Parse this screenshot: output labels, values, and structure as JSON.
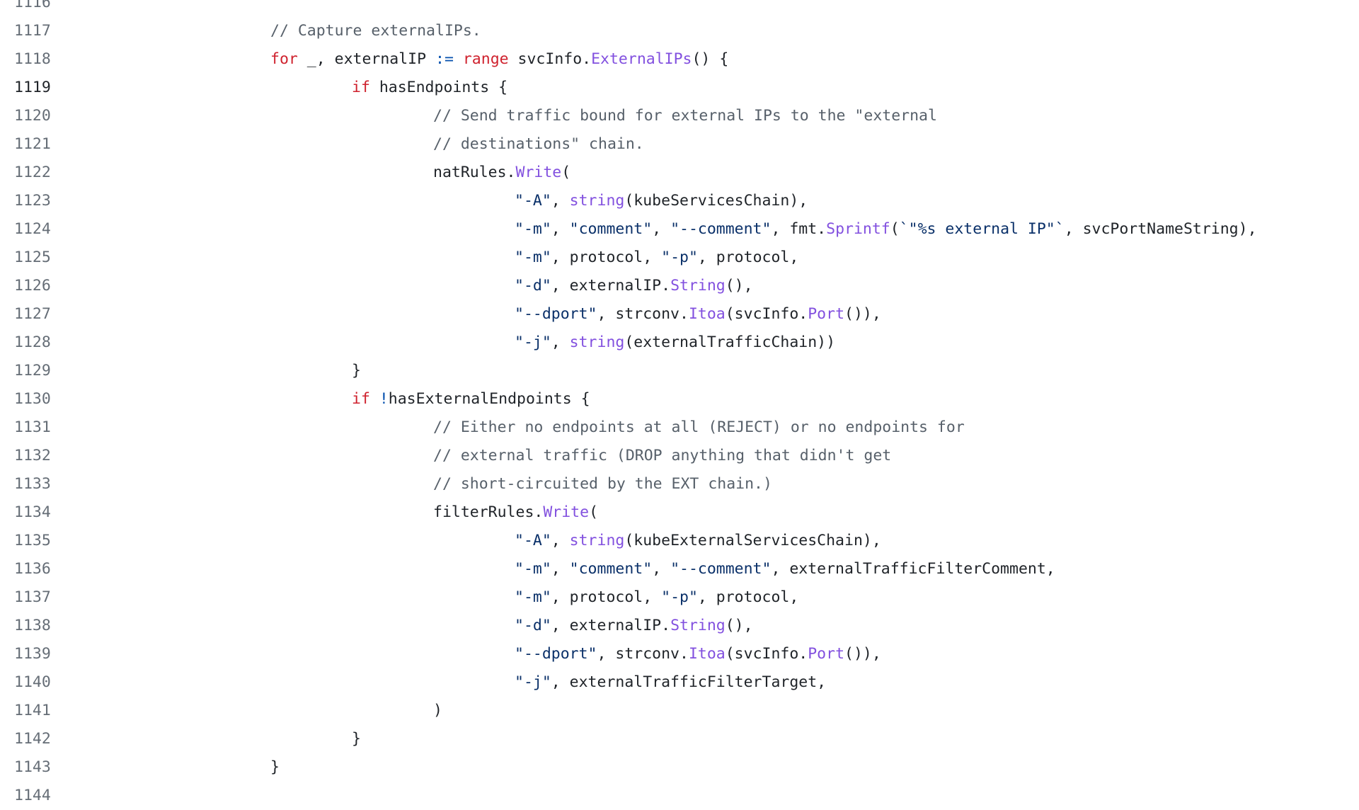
{
  "code_view": {
    "lines": [
      {
        "number": "1116",
        "current": false,
        "indent": 0,
        "tokens": []
      },
      {
        "number": "1117",
        "current": false,
        "indent": 0,
        "tokens": [
          {
            "t": "// Capture externalIPs.",
            "c": "cm"
          }
        ]
      },
      {
        "number": "1118",
        "current": false,
        "indent": 0,
        "tokens": [
          {
            "t": "for",
            "c": "kw"
          },
          {
            "t": " _, externalIP ",
            "c": "plain"
          },
          {
            "t": ":=",
            "c": "op"
          },
          {
            "t": " ",
            "c": "plain"
          },
          {
            "t": "range",
            "c": "kw"
          },
          {
            "t": " svcInfo.",
            "c": "plain"
          },
          {
            "t": "ExternalIPs",
            "c": "fn"
          },
          {
            "t": "() {",
            "c": "plain"
          }
        ]
      },
      {
        "number": "1119",
        "current": true,
        "indent": 1,
        "tokens": [
          {
            "t": "if",
            "c": "kw"
          },
          {
            "t": " hasEndpoints {",
            "c": "plain"
          }
        ]
      },
      {
        "number": "1120",
        "current": false,
        "indent": 2,
        "tokens": [
          {
            "t": "// Send traffic bound for external IPs to the \"external",
            "c": "cm"
          }
        ]
      },
      {
        "number": "1121",
        "current": false,
        "indent": 2,
        "tokens": [
          {
            "t": "// destinations\" chain.",
            "c": "cm"
          }
        ]
      },
      {
        "number": "1122",
        "current": false,
        "indent": 2,
        "tokens": [
          {
            "t": "natRules.",
            "c": "plain"
          },
          {
            "t": "Write",
            "c": "fn"
          },
          {
            "t": "(",
            "c": "plain"
          }
        ]
      },
      {
        "number": "1123",
        "current": false,
        "indent": 3,
        "tokens": [
          {
            "t": "\"-A\"",
            "c": "str"
          },
          {
            "t": ", ",
            "c": "plain"
          },
          {
            "t": "string",
            "c": "fn"
          },
          {
            "t": "(kubeServicesChain),",
            "c": "plain"
          }
        ]
      },
      {
        "number": "1124",
        "current": false,
        "indent": 3,
        "tokens": [
          {
            "t": "\"-m\"",
            "c": "str"
          },
          {
            "t": ", ",
            "c": "plain"
          },
          {
            "t": "\"comment\"",
            "c": "str"
          },
          {
            "t": ", ",
            "c": "plain"
          },
          {
            "t": "\"--comment\"",
            "c": "str"
          },
          {
            "t": ", fmt.",
            "c": "plain"
          },
          {
            "t": "Sprintf",
            "c": "fn"
          },
          {
            "t": "(",
            "c": "plain"
          },
          {
            "t": "`\"%s external IP\"`",
            "c": "str"
          },
          {
            "t": ", svcPortNameString),",
            "c": "plain"
          }
        ]
      },
      {
        "number": "1125",
        "current": false,
        "indent": 3,
        "tokens": [
          {
            "t": "\"-m\"",
            "c": "str"
          },
          {
            "t": ", protocol, ",
            "c": "plain"
          },
          {
            "t": "\"-p\"",
            "c": "str"
          },
          {
            "t": ", protocol,",
            "c": "plain"
          }
        ]
      },
      {
        "number": "1126",
        "current": false,
        "indent": 3,
        "tokens": [
          {
            "t": "\"-d\"",
            "c": "str"
          },
          {
            "t": ", externalIP.",
            "c": "plain"
          },
          {
            "t": "String",
            "c": "fn"
          },
          {
            "t": "(),",
            "c": "plain"
          }
        ]
      },
      {
        "number": "1127",
        "current": false,
        "indent": 3,
        "tokens": [
          {
            "t": "\"--dport\"",
            "c": "str"
          },
          {
            "t": ", strconv.",
            "c": "plain"
          },
          {
            "t": "Itoa",
            "c": "fn"
          },
          {
            "t": "(svcInfo.",
            "c": "plain"
          },
          {
            "t": "Port",
            "c": "fn"
          },
          {
            "t": "()),",
            "c": "plain"
          }
        ]
      },
      {
        "number": "1128",
        "current": false,
        "indent": 3,
        "tokens": [
          {
            "t": "\"-j\"",
            "c": "str"
          },
          {
            "t": ", ",
            "c": "plain"
          },
          {
            "t": "string",
            "c": "fn"
          },
          {
            "t": "(externalTrafficChain))",
            "c": "plain"
          }
        ]
      },
      {
        "number": "1129",
        "current": false,
        "indent": 1,
        "tokens": [
          {
            "t": "}",
            "c": "plain"
          }
        ]
      },
      {
        "number": "1130",
        "current": false,
        "indent": 1,
        "tokens": [
          {
            "t": "if",
            "c": "kw"
          },
          {
            "t": " ",
            "c": "plain"
          },
          {
            "t": "!",
            "c": "op"
          },
          {
            "t": "hasExternalEndpoints {",
            "c": "plain"
          }
        ]
      },
      {
        "number": "1131",
        "current": false,
        "indent": 2,
        "tokens": [
          {
            "t": "// Either no endpoints at all (REJECT) or no endpoints for",
            "c": "cm"
          }
        ]
      },
      {
        "number": "1132",
        "current": false,
        "indent": 2,
        "tokens": [
          {
            "t": "// external traffic (DROP anything that didn't get",
            "c": "cm"
          }
        ]
      },
      {
        "number": "1133",
        "current": false,
        "indent": 2,
        "tokens": [
          {
            "t": "// short-circuited by the EXT chain.)",
            "c": "cm"
          }
        ]
      },
      {
        "number": "1134",
        "current": false,
        "indent": 2,
        "tokens": [
          {
            "t": "filterRules.",
            "c": "plain"
          },
          {
            "t": "Write",
            "c": "fn"
          },
          {
            "t": "(",
            "c": "plain"
          }
        ]
      },
      {
        "number": "1135",
        "current": false,
        "indent": 3,
        "tokens": [
          {
            "t": "\"-A\"",
            "c": "str"
          },
          {
            "t": ", ",
            "c": "plain"
          },
          {
            "t": "string",
            "c": "fn"
          },
          {
            "t": "(kubeExternalServicesChain),",
            "c": "plain"
          }
        ]
      },
      {
        "number": "1136",
        "current": false,
        "indent": 3,
        "tokens": [
          {
            "t": "\"-m\"",
            "c": "str"
          },
          {
            "t": ", ",
            "c": "plain"
          },
          {
            "t": "\"comment\"",
            "c": "str"
          },
          {
            "t": ", ",
            "c": "plain"
          },
          {
            "t": "\"--comment\"",
            "c": "str"
          },
          {
            "t": ", externalTrafficFilterComment,",
            "c": "plain"
          }
        ]
      },
      {
        "number": "1137",
        "current": false,
        "indent": 3,
        "tokens": [
          {
            "t": "\"-m\"",
            "c": "str"
          },
          {
            "t": ", protocol, ",
            "c": "plain"
          },
          {
            "t": "\"-p\"",
            "c": "str"
          },
          {
            "t": ", protocol,",
            "c": "plain"
          }
        ]
      },
      {
        "number": "1138",
        "current": false,
        "indent": 3,
        "tokens": [
          {
            "t": "\"-d\"",
            "c": "str"
          },
          {
            "t": ", externalIP.",
            "c": "plain"
          },
          {
            "t": "String",
            "c": "fn"
          },
          {
            "t": "(),",
            "c": "plain"
          }
        ]
      },
      {
        "number": "1139",
        "current": false,
        "indent": 3,
        "tokens": [
          {
            "t": "\"--dport\"",
            "c": "str"
          },
          {
            "t": ", strconv.",
            "c": "plain"
          },
          {
            "t": "Itoa",
            "c": "fn"
          },
          {
            "t": "(svcInfo.",
            "c": "plain"
          },
          {
            "t": "Port",
            "c": "fn"
          },
          {
            "t": "()),",
            "c": "plain"
          }
        ]
      },
      {
        "number": "1140",
        "current": false,
        "indent": 3,
        "tokens": [
          {
            "t": "\"-j\"",
            "c": "str"
          },
          {
            "t": ", externalTrafficFilterTarget,",
            "c": "plain"
          }
        ]
      },
      {
        "number": "1141",
        "current": false,
        "indent": 2,
        "tokens": [
          {
            "t": ")",
            "c": "plain"
          }
        ]
      },
      {
        "number": "1142",
        "current": false,
        "indent": 1,
        "tokens": [
          {
            "t": "}",
            "c": "plain"
          }
        ]
      },
      {
        "number": "1143",
        "current": false,
        "indent": 0,
        "tokens": [
          {
            "t": "}",
            "c": "plain"
          }
        ]
      },
      {
        "number": "1144",
        "current": false,
        "indent": 0,
        "tokens": []
      }
    ]
  },
  "colors": {
    "keyword": "#cf222e",
    "function": "#8250df",
    "string": "#0a3069",
    "comment": "#57606a",
    "operator": "#0550ae",
    "text": "#1f2328",
    "line_number": "#656d76",
    "background": "#ffffff"
  }
}
